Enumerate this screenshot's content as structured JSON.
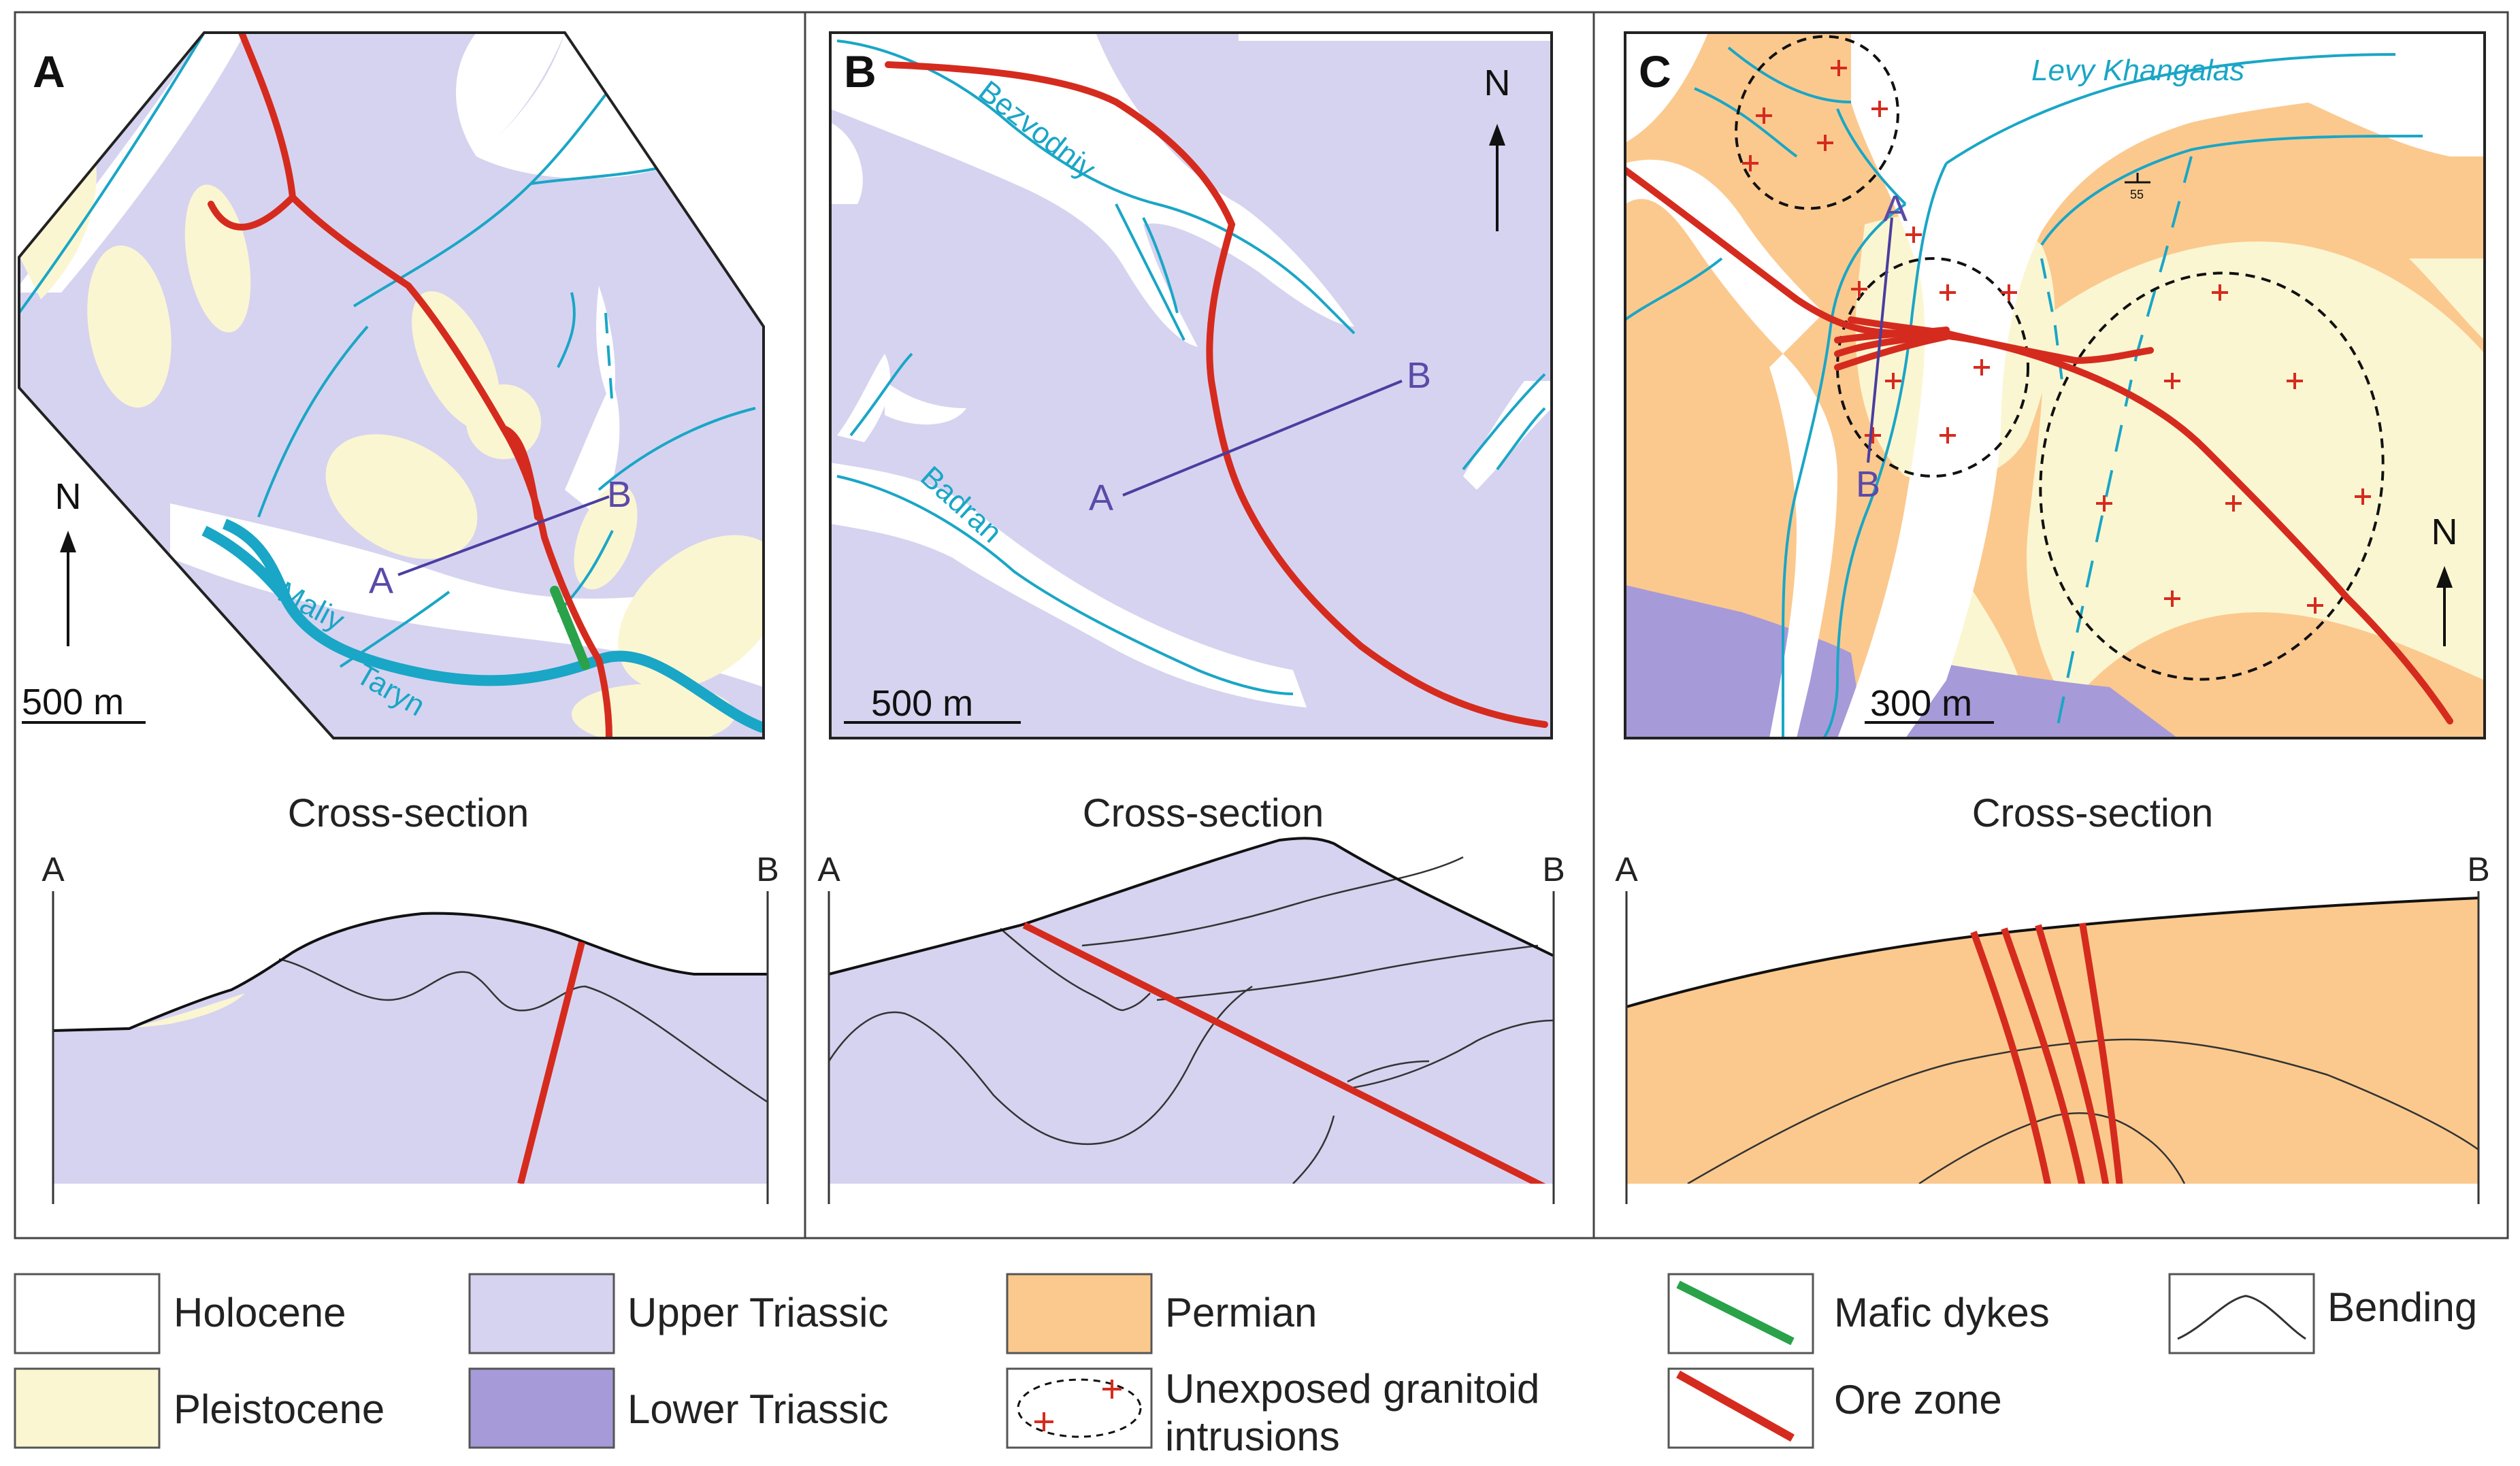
{
  "colors": {
    "holocene": "#ffffff",
    "pleistocene": "#fbf6d2",
    "upper_triassic": "#d6d3f0",
    "lower_triassic": "#a79ad8",
    "permian": "#fbc98e",
    "mafic_dyke": "#2aa24a",
    "ore_zone": "#d52b1e",
    "river": "#1aa6c6",
    "section_line": "#4a3ea0"
  },
  "panels": {
    "a": {
      "letter": "A",
      "north": "N",
      "scale": "500 m",
      "rivers": [
        "Maliy",
        "Taryn"
      ],
      "section_start": "A",
      "section_end": "B",
      "xs_title": "Cross-section",
      "xs_left": "A",
      "xs_right": "B"
    },
    "b": {
      "letter": "B",
      "north": "N",
      "scale": "500 m",
      "rivers": [
        "Bezvodniy",
        "Badran"
      ],
      "section_start": "A",
      "section_end": "B",
      "xs_title": "Cross-section",
      "xs_left": "A",
      "xs_right": "B"
    },
    "c": {
      "letter": "C",
      "north": "N",
      "scale": "300 m",
      "rivers": [
        "Levy Khangalas"
      ],
      "dip": "55",
      "section_start": "A",
      "section_end": "B",
      "xs_title": "Cross-section",
      "xs_left": "A",
      "xs_right": "B"
    }
  },
  "legend": {
    "holocene": "Holocene",
    "pleistocene": "Pleistocene",
    "upper_triassic": "Upper Triassic",
    "lower_triassic": "Lower Triassic",
    "permian": "Permian",
    "granitoid_line1": "Unexposed granitoid",
    "granitoid_line2": "intrusions",
    "mafic_dykes": "Mafic dykes",
    "ore_zone": "Ore zone",
    "bending": "Bending"
  }
}
